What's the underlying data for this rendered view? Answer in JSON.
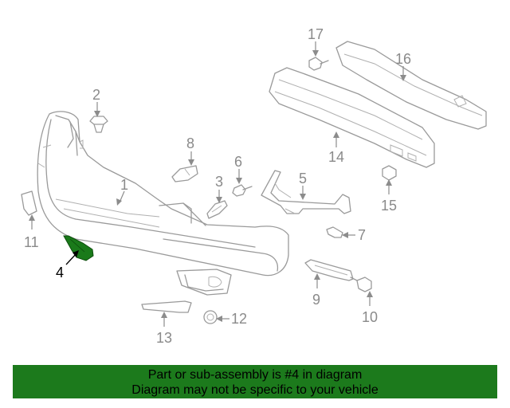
{
  "callouts": {
    "c1": "1",
    "c2": "2",
    "c3": "3",
    "c4": "4",
    "c5": "5",
    "c6": "6",
    "c7": "7",
    "c8": "8",
    "c9": "9",
    "c10": "10",
    "c11": "11",
    "c12": "12",
    "c13": "13",
    "c14": "14",
    "c15": "15",
    "c16": "16",
    "c17": "17"
  },
  "colors": {
    "highlight_part": "#1a7a1a",
    "banner_bg": "#1c7a1c",
    "line_gray": "#9a9a9a"
  },
  "banner": {
    "line1": "Part or sub-assembly is #4 in diagram",
    "line2": "Diagram may not be specific to your vehicle"
  }
}
